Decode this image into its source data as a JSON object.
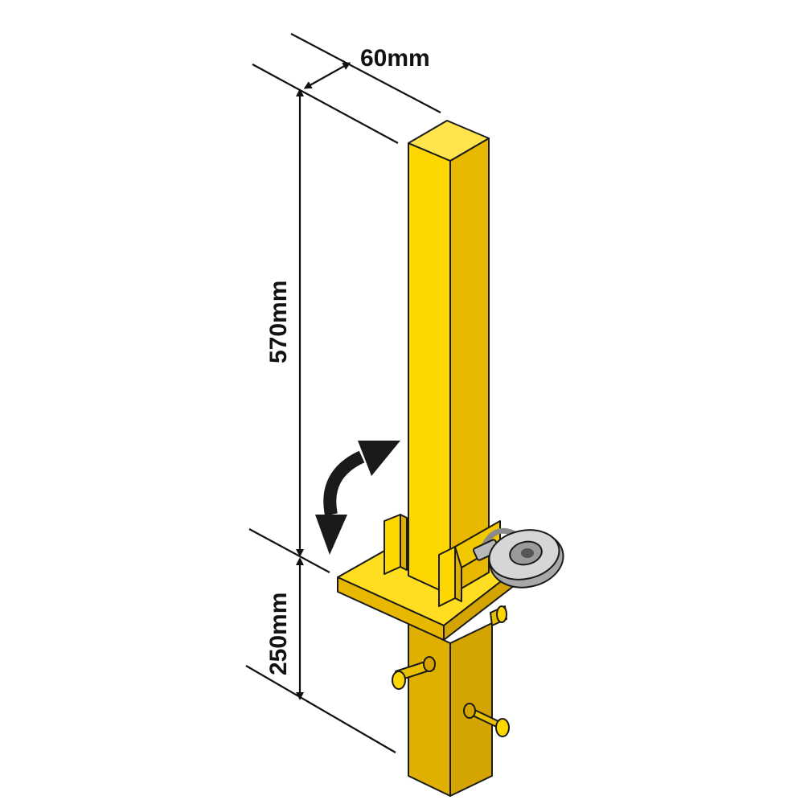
{
  "dimensions": {
    "width_label": "60mm",
    "height_above_label": "570mm",
    "height_below_label": "250mm"
  },
  "colors": {
    "post_front": "#FFD700",
    "post_side": "#E8B800",
    "post_top": "#FFE44D",
    "plate": "#FFDD20",
    "lock": "#C8C8C8",
    "arrow": "#1a1a1a",
    "lines": "#111111"
  },
  "icons": {
    "rotation": "curved-double-arrow-icon",
    "lock": "padlock-icon"
  }
}
